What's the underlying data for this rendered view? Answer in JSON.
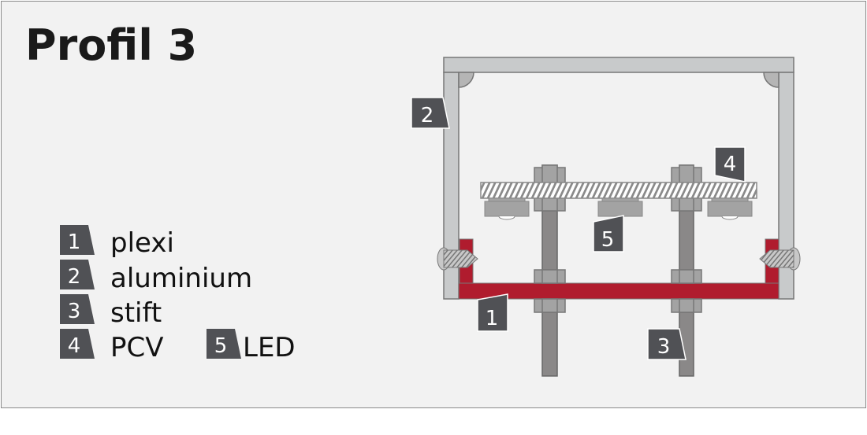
{
  "title": "Profil 3",
  "legend": [
    {
      "number": "1",
      "label": "plexi"
    },
    {
      "number": "2",
      "label": "aluminium"
    },
    {
      "number": "3",
      "label": "stift"
    },
    {
      "number": "4",
      "label": "PCV"
    },
    {
      "number": "5",
      "label": "LED"
    }
  ],
  "colors": {
    "background": "#f2f2f2",
    "aluminium": "#c8cacb",
    "plexi": "#b01c2e",
    "rod": "#8a8888",
    "nut": "#a3a3a3",
    "badge": "#505155"
  }
}
